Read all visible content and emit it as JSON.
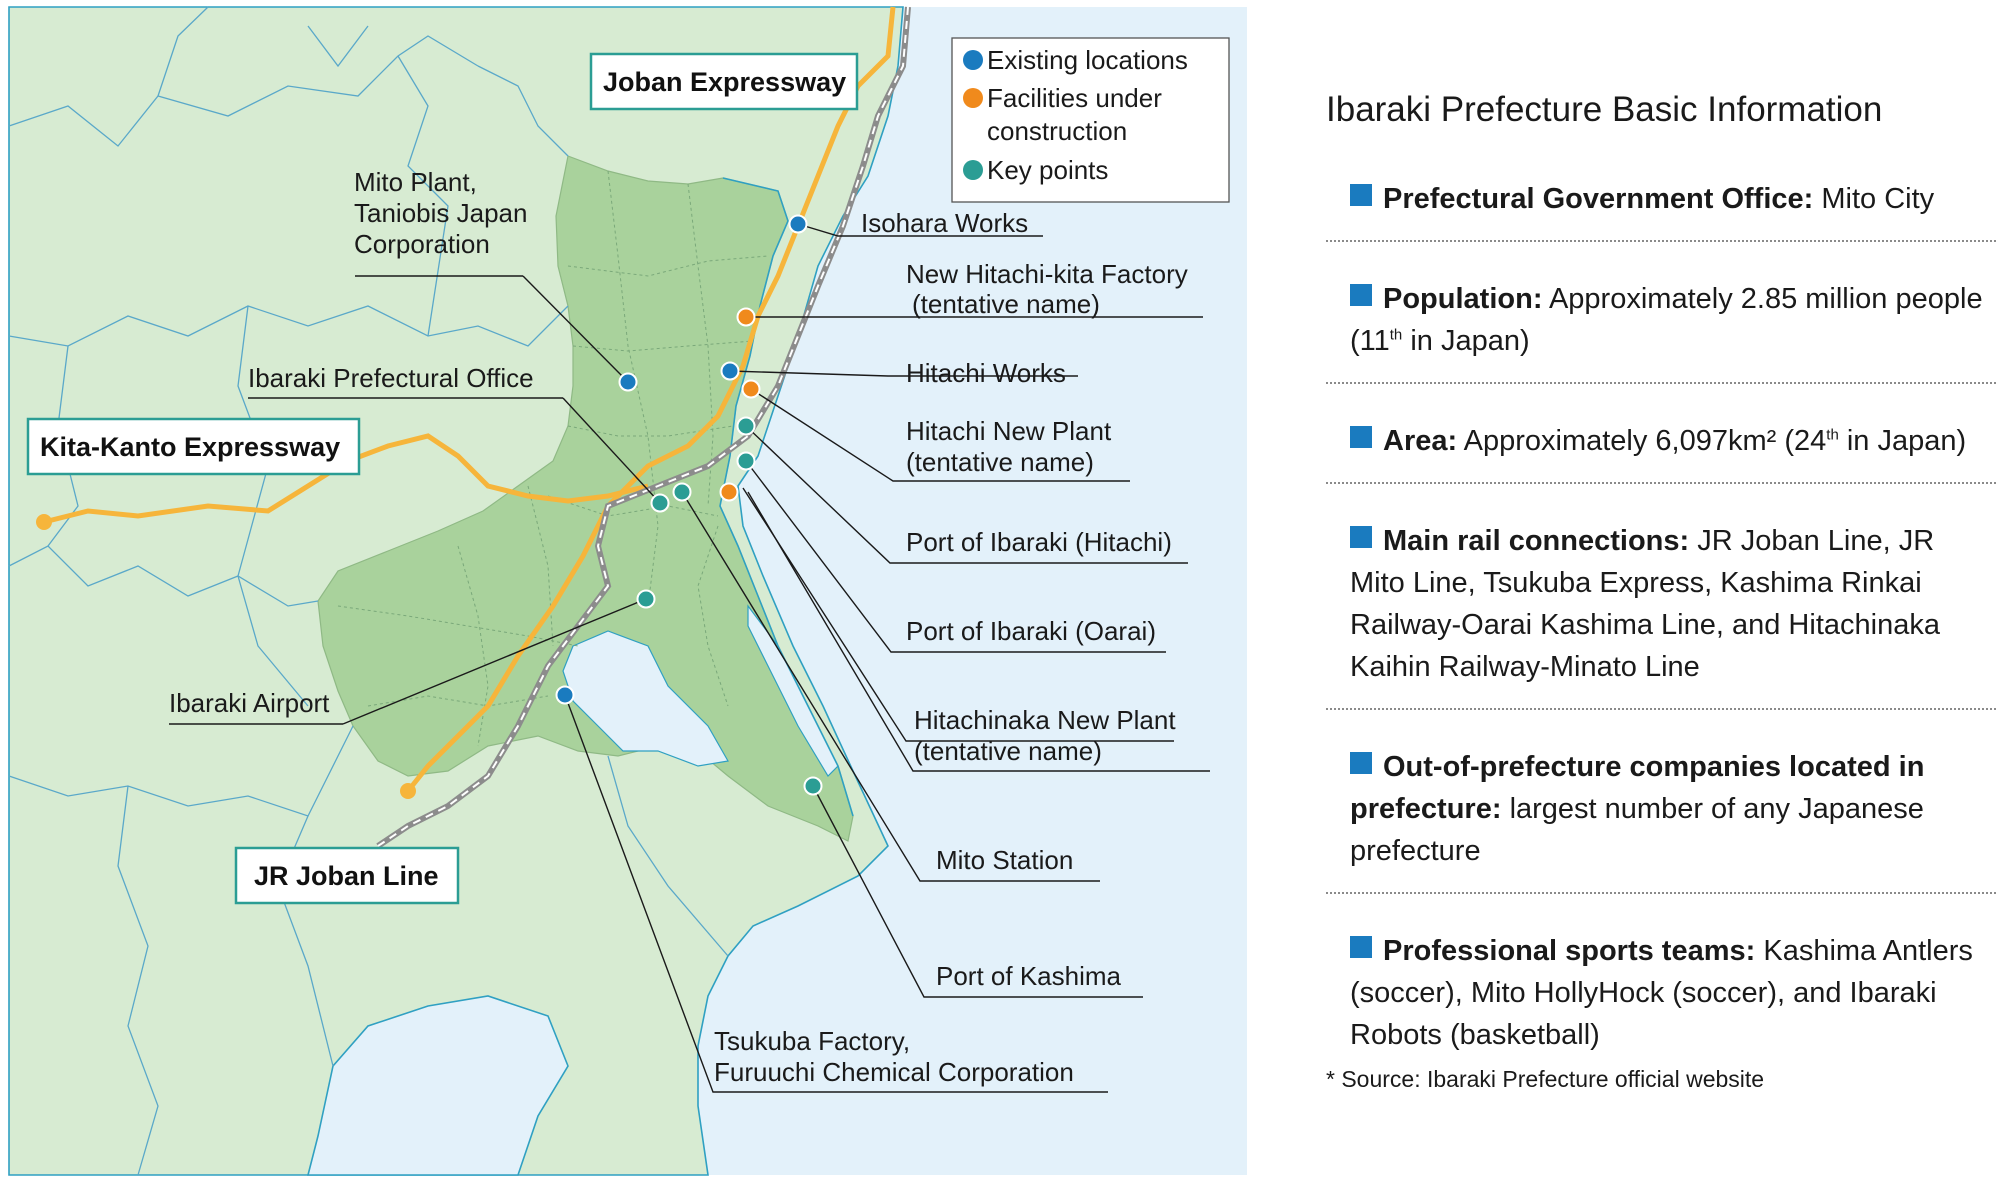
{
  "map": {
    "colors": {
      "sea": "#e3f1fa",
      "land": "#d7ebd2",
      "prefecture": "#a9d29c",
      "border": "#2fa0c2",
      "expressway": "#f6b53b",
      "rail": "#8c8c8c",
      "existing": "#1a7bbf",
      "construction": "#f08a1c",
      "key_point": "#2b9d94"
    },
    "legend": {
      "existing": "Existing locations",
      "construction_1": "Facilities under",
      "construction_2": "construction",
      "key_points": "Key points"
    },
    "route_labels": {
      "joban_expressway": "Joban Expressway",
      "kita_kanto_expressway": "Kita-Kanto Expressway",
      "jr_joban_line": "JR Joban Line"
    },
    "labels": {
      "mito_plant_1": "Mito Plant,",
      "mito_plant_2": "Taniobis Japan",
      "mito_plant_3": "Corporation",
      "isohara": "Isohara Works",
      "new_hitachi_kita_1": "New Hitachi-kita Factory",
      "new_hitachi_kita_2": "(tentative name)",
      "ibaraki_pref_office": "Ibaraki Prefectural Office",
      "hitachi_works": "Hitachi Works",
      "hitachi_new_plant_1": "Hitachi New Plant",
      "hitachi_new_plant_2": "(tentative name)",
      "port_hitachi": "Port of Ibaraki (Hitachi)",
      "port_oarai": "Port of Ibaraki (Oarai)",
      "ibaraki_airport": "Ibaraki Airport",
      "hitachinaka_1": "Hitachinaka New Plant",
      "hitachinaka_2": "(tentative name)",
      "mito_station": "Mito Station",
      "port_kashima": "Port of Kashima",
      "tsukuba_1": "Tsukuba Factory,",
      "tsukuba_2": "Furuuchi Chemical Corporation"
    }
  },
  "info": {
    "title": "Ibaraki Prefecture Basic Information",
    "gov_office_label": "Prefectural Government Office:",
    "gov_office_value": "Mito City",
    "population_label": "Population:",
    "population_value_a": "Approximately 2.85 million people (11",
    "population_sup": "th",
    "population_value_b": " in Japan)",
    "area_label": "Area:",
    "area_value_a": "Approximately 6,097km² (24",
    "area_sup": "th",
    "area_value_b": " in Japan)",
    "rail_label": "Main rail connections:",
    "rail_value": "JR Joban Line, JR Mito Line, Tsukuba Express, Kashima Rinkai Railway-Oarai Kashima Line, and Hitachinaka Kaihin Railway-Minato Line",
    "companies_label": "Out-of-prefecture companies located in prefecture:",
    "companies_value": "largest number of any Japanese prefecture",
    "sports_label": "Professional sports teams:",
    "sports_value": "Kashima Antlers (soccer), Mito HollyHock (soccer), and Ibaraki Robots (basketball)",
    "source": "* Source: Ibaraki Prefecture official website"
  }
}
